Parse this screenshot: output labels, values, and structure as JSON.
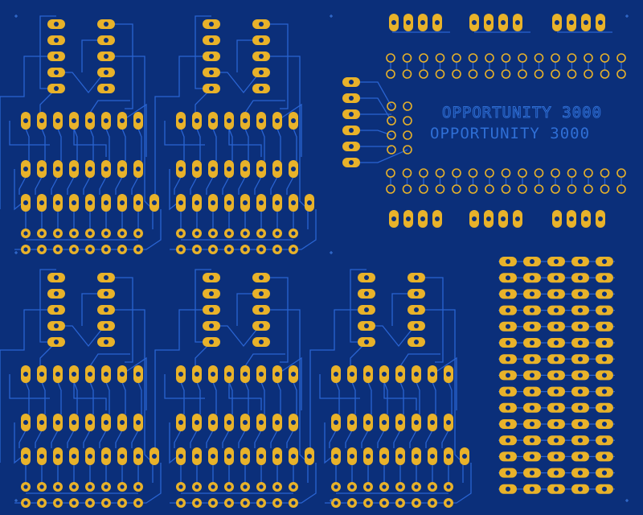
{
  "board": {
    "label_outline": "OPPORTUNITY 3000",
    "label_solid": "OPPORTUNITY 3000"
  },
  "colors": {
    "background": "#0b2f7a",
    "trace": "#2a64d2",
    "pad": "#e8b22a",
    "hole": "#0b2f7a",
    "silk": "#2f6fd6"
  },
  "modules": [
    {
      "name": "module-top-left"
    },
    {
      "name": "module-top-middle"
    },
    {
      "name": "module-bottom-left"
    },
    {
      "name": "module-bottom-middle"
    },
    {
      "name": "module-bottom-right"
    }
  ]
}
